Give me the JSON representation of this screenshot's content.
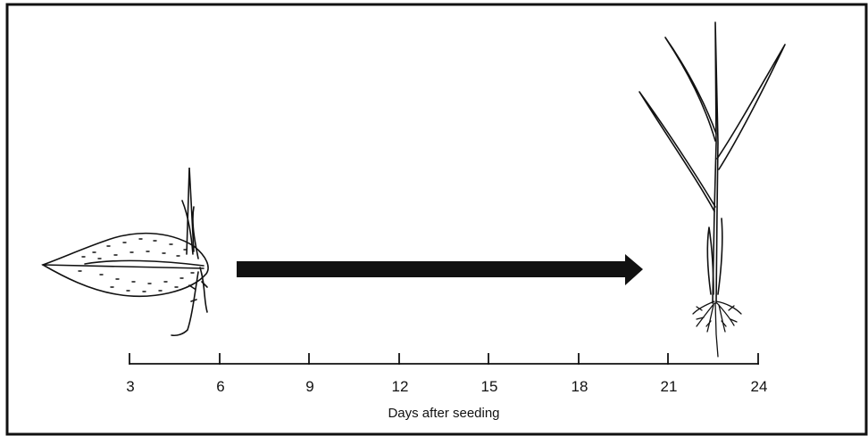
{
  "figure": {
    "ticks": [
      "3",
      "6",
      "9",
      "12",
      "15",
      "18",
      "21",
      "24"
    ],
    "axis_label": "Days after seeding"
  },
  "illustrations": {
    "left": "germinating-seed",
    "right": "rice-seedling"
  }
}
